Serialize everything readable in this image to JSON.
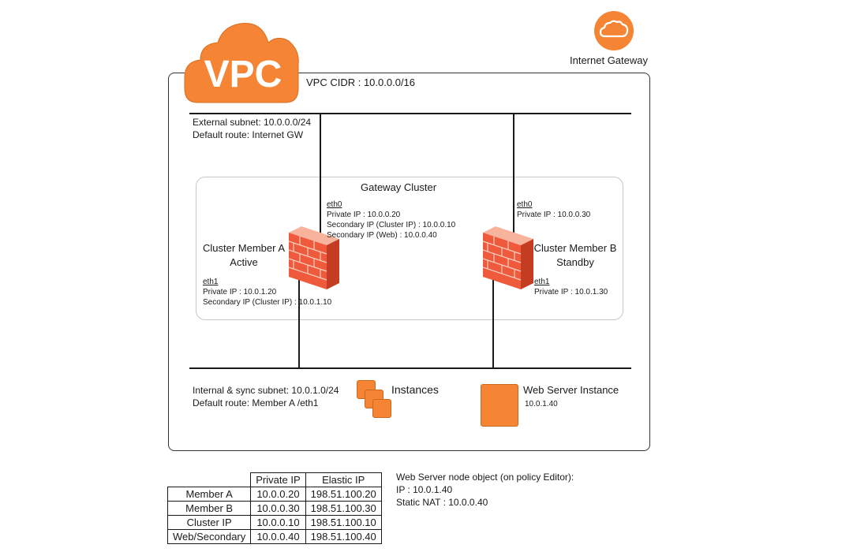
{
  "vpc": {
    "logo_text": "VPC",
    "cidr": "VPC CIDR : 10.0.0.0/16"
  },
  "internet_gateway": {
    "label": "Internet Gateway"
  },
  "external_subnet": {
    "line1": "External subnet: 10.0.0.0/24",
    "line2": "Default route: Internet GW"
  },
  "gateway_cluster": {
    "title": "Gateway Cluster",
    "member_a": {
      "name": "Cluster Member A",
      "state": "Active",
      "eth0": {
        "label": "eth0",
        "private_ip": "Private IP : 10.0.0.20",
        "secondary_cluster": "Secondary IP (Cluster IP) : 10.0.0.10",
        "secondary_web": "Secondary IP (Web) : 10.0.0.40"
      },
      "eth1": {
        "label": "eth1",
        "private_ip": "Private IP : 10.0.1.20",
        "secondary_cluster": "Secondary IP (Cluster IP) : 10.0.1.10"
      }
    },
    "member_b": {
      "name": "Cluster Member B",
      "state": "Standby",
      "eth0": {
        "label": "eth0",
        "private_ip": "Private IP : 10.0.0.30"
      },
      "eth1": {
        "label": "eth1",
        "private_ip": "Private IP : 10.0.1.30"
      }
    }
  },
  "internal_subnet": {
    "line1": "Internal & sync subnet: 10.0.1.0/24",
    "line2": "Default route: Member A /eth1"
  },
  "instances": {
    "label": "Instances"
  },
  "web_server": {
    "label": "Web Server Instance",
    "ip": "10.0.1.40"
  },
  "table": {
    "headers": [
      "",
      "Private IP",
      "Elastic IP"
    ],
    "rows": [
      [
        "Member A",
        "10.0.0.20",
        "198.51.100.20"
      ],
      [
        "Member B",
        "10.0.0.30",
        "198.51.100.30"
      ],
      [
        "Cluster IP",
        "10.0.0.10",
        "198.51.100.10"
      ],
      [
        "Web/Secondary",
        "10.0.0.40",
        "198.51.100.40"
      ]
    ]
  },
  "node_object": {
    "title": "Web Server node object (on policy Editor):",
    "ip": "IP : 10.0.1.40",
    "nat": "Static NAT : 10.0.0.40"
  },
  "colors": {
    "accent": "#f58534",
    "firewall": "#ef5a3c"
  }
}
